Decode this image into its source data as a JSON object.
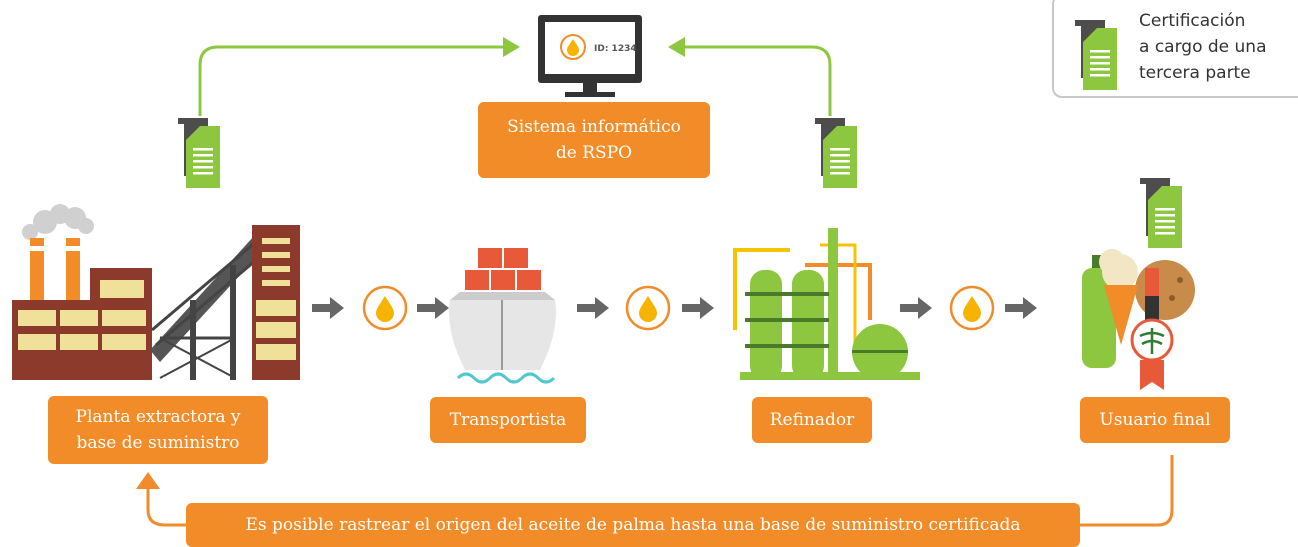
{
  "legend": {
    "lines": [
      "Certificación",
      "a cargo de una",
      "tercera parte"
    ],
    "icon": "document-icon"
  },
  "monitor": {
    "id_text": "ID: 1234",
    "icon": "oil-drop-icon"
  },
  "labels": {
    "system": [
      "Sistema informático",
      "de RSPO"
    ],
    "mill": [
      "Planta extractora y",
      "base de suministro"
    ],
    "transporter": "Transportista",
    "refiner": "Refinador",
    "end_user": "Usuario final"
  },
  "trace_text": "Es posible rastrear el origen del aceite de palma hasta una base de suministro certificada",
  "colors": {
    "orange": "#f28c28",
    "green": "#8dc63f",
    "dark_gray": "#4d4d4d",
    "gray_arrow": "#666666"
  },
  "icons": [
    "factory-icon",
    "ship-icon",
    "refinery-icon",
    "end-products-icon",
    "oil-drop-icon",
    "arrow-right-icon",
    "certificate-document-icon",
    "monitor-icon"
  ]
}
